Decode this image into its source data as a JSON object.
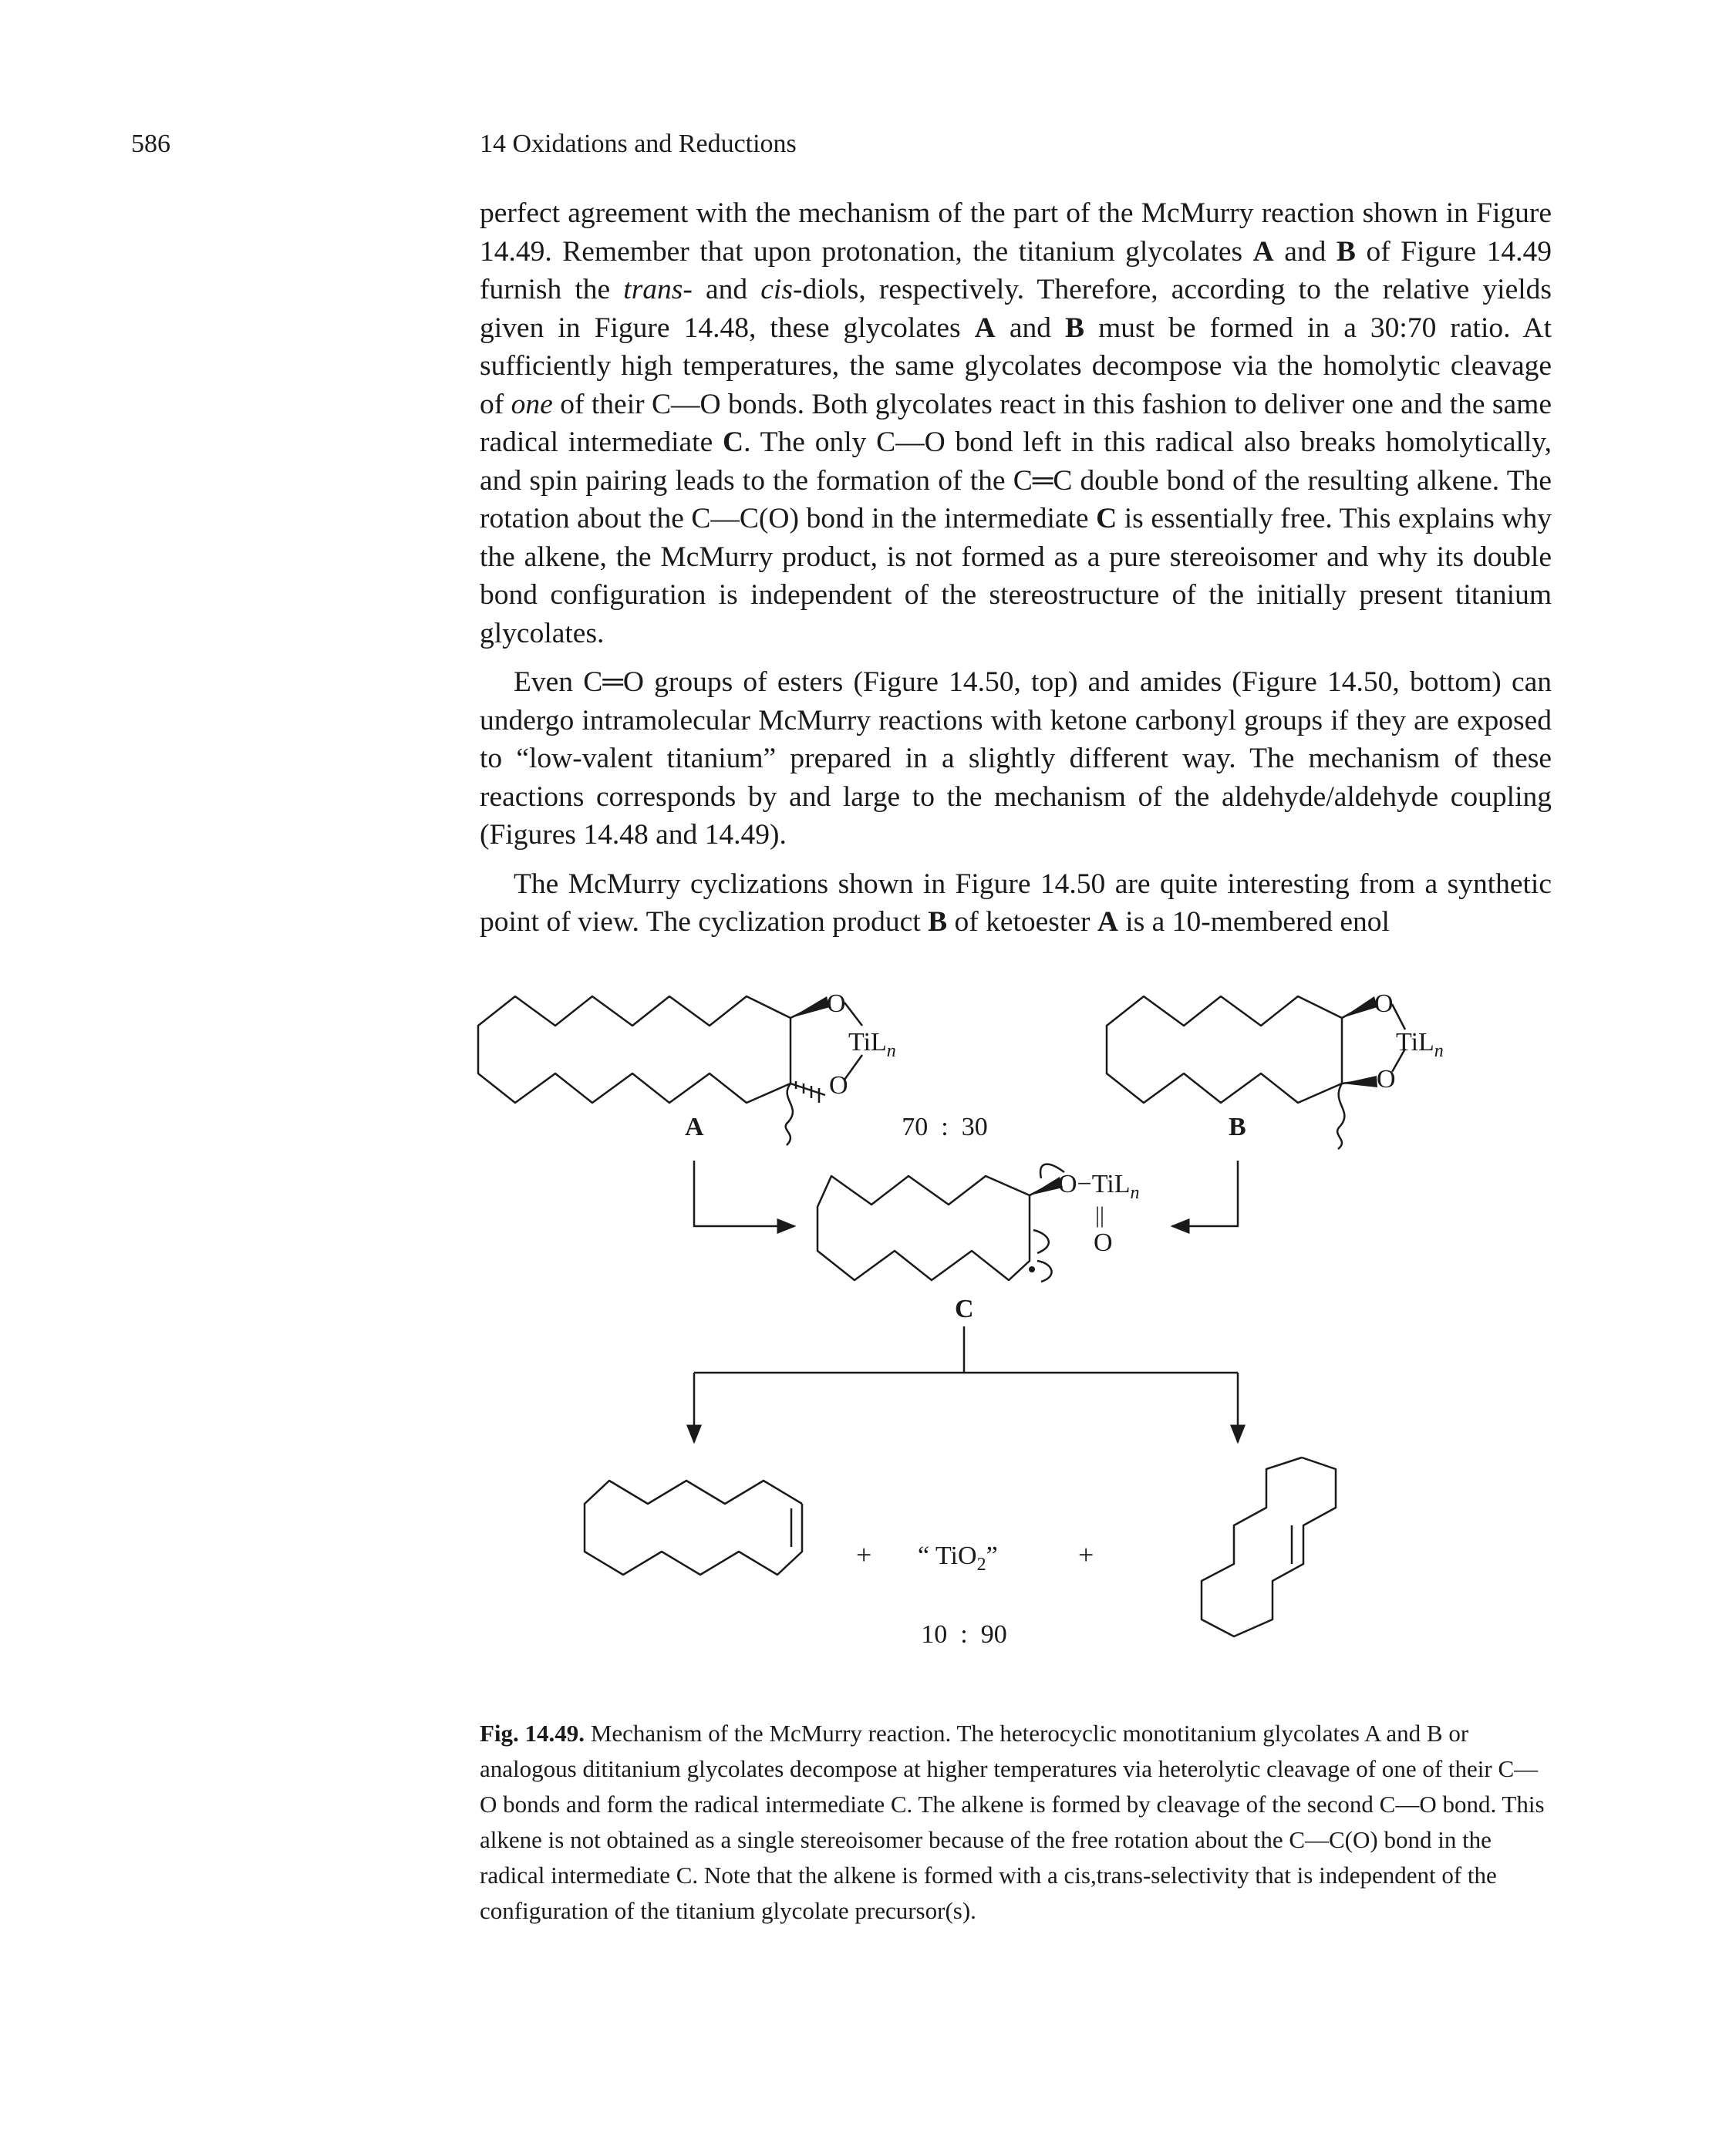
{
  "header": {
    "page_number": "586",
    "running_title": "14 Oxidations and Reductions"
  },
  "paragraphs": [
    [
      {
        "t": "perfect agreement with the mechanism of the part of the McMurry reaction shown in Figure 14.49. Remember that upon protonation, the titanium glycolates "
      },
      {
        "t": "A",
        "s": "b"
      },
      {
        "t": " and "
      },
      {
        "t": "B",
        "s": "b"
      },
      {
        "t": " of Figure 14.49 furnish the "
      },
      {
        "t": "trans",
        "s": "i"
      },
      {
        "t": "- and "
      },
      {
        "t": "cis",
        "s": "i"
      },
      {
        "t": "-diols, respectively. Therefore, according to the relative yields given in Figure 14.48, these glycolates "
      },
      {
        "t": "A",
        "s": "b"
      },
      {
        "t": " and "
      },
      {
        "t": "B",
        "s": "b"
      },
      {
        "t": " must be formed in a 30:70 ratio. At sufficiently high temperatures, the same glycolates decompose via the homolytic cleavage of "
      },
      {
        "t": "one",
        "s": "i"
      },
      {
        "t": " of their C—O bonds. Both glycolates react in this fashion to deliver one and the same radical intermediate "
      },
      {
        "t": "C",
        "s": "b"
      },
      {
        "t": ". The only C—O bond left in this radical also breaks homolytically, and spin pairing leads to the formation of the C═C double bond of the resulting alkene. The rotation about the C—C(O) bond in the intermediate "
      },
      {
        "t": "C",
        "s": "b"
      },
      {
        "t": " is essentially free. This explains why the alkene, the McMurry product, is not formed as a pure stereoisomer and why its double bond configuration is independent of the stereostructure of the initially present titanium glycolates."
      }
    ],
    [
      {
        "t": "Even C═O groups of esters (Figure 14.50, top) and amides (Figure 14.50, bottom) can undergo intramolecular McMurry reactions with ketone carbonyl groups if they are exposed to “low-valent titanium” prepared in a slightly different way. The mechanism of these reactions corresponds by and large to the mechanism of the aldehyde/aldehyde coupling (Figures 14.48 and 14.49)."
      }
    ],
    [
      {
        "t": "The McMurry cyclizations shown in Figure 14.50 are quite interesting from a synthetic point of view. The cyclization product "
      },
      {
        "t": "B",
        "s": "b"
      },
      {
        "t": " of ketoester "
      },
      {
        "t": "A",
        "s": "b"
      },
      {
        "t": " is a 10-membered enol"
      }
    ]
  ],
  "scheme": {
    "label_a": "A",
    "label_b": "B",
    "label_c": "C",
    "ratio_top": "70  :  30",
    "ratio_bottom": "10  :  90",
    "ti_ligand": "TiL",
    "subscript_n": "n",
    "oxygen": "O",
    "o_ti": "O−TiL",
    "dbl_bar": "||",
    "plus": "+",
    "tio2_open": "“ TiO",
    "tio2_sub": "2",
    "tio2_close": "”"
  },
  "caption": {
    "label": "Fig. 14.49.",
    "text": " Mechanism of the McMurry reaction. The heterocyclic monotitanium glycolates A and B or analogous dititanium glycolates decompose at higher temperatures via heterolytic cleavage of one of their C—O bonds and form the radical intermediate C. The alkene is formed by cleavage of the second C—O bond. This alkene is not obtained as a single stereoisomer because of the free rotation about the C—C(O) bond in the radical intermediate C. Note that the alkene is formed with a cis,trans-selectivity that is independent of the configuration of the titanium glycolate precursor(s)."
  }
}
